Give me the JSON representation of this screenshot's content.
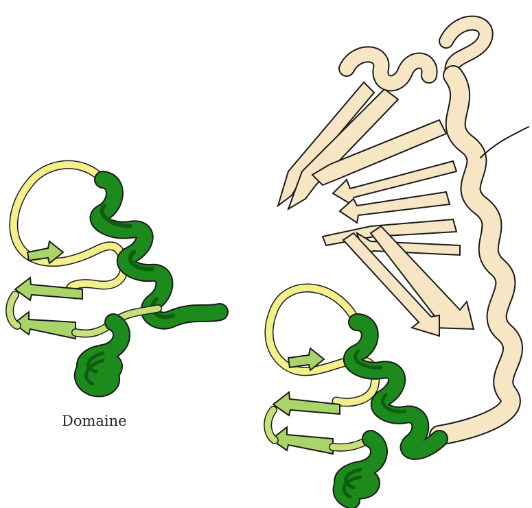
{
  "figure": {
    "domain_label": "Domaine"
  },
  "colors": {
    "background": "#ffffff",
    "helix_green": "#1c8a1c",
    "helix_green_dark": "#0f5e0f",
    "loop_yellow": "#f3ef8a",
    "strand_lightgreen": "#a9d46a",
    "host_protein_cream": "#f7e6c4",
    "outline": "#1a1a1a"
  },
  "panels": [
    {
      "name": "isolated-domain",
      "elements": [
        "alpha-helix",
        "alpha-helix",
        "beta-strand",
        "beta-strand",
        "beta-strand",
        "loop"
      ]
    },
    {
      "name": "domain-in-protein",
      "elements": [
        "alpha-helix",
        "alpha-helix",
        "beta-strand",
        "beta-strand",
        "beta-strand",
        "loop",
        "host-beta-sheet",
        "host-alpha-helix"
      ]
    }
  ]
}
